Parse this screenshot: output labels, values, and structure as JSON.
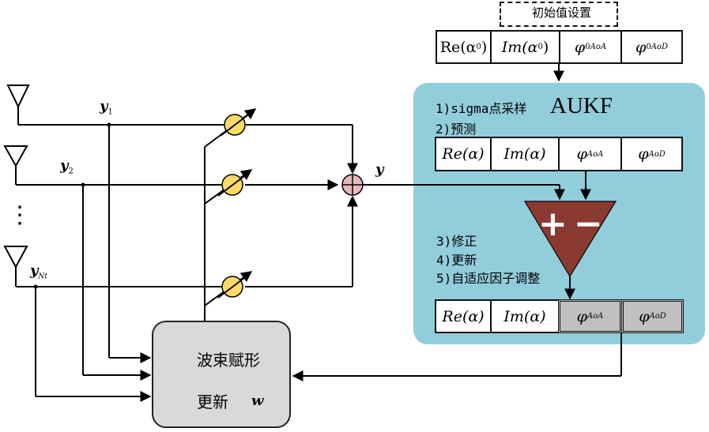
{
  "init_box": {
    "label": "初始值设置"
  },
  "init_state": {
    "cells": [
      {
        "base": "Re(α",
        "sub": "0",
        "close": ")"
      },
      {
        "base": "Im(α",
        "sub": "0",
        "close": ")"
      },
      {
        "base": "φ",
        "sub": "0",
        "sup": "AoA"
      },
      {
        "base": "φ",
        "sub": "0",
        "sup": "AoD"
      }
    ]
  },
  "aukf": {
    "title": "AUKF",
    "steps": [
      "1)sigma点采样",
      "2)预测",
      "3)修正",
      "4)更新",
      "5)自适应因子调整"
    ],
    "predicted_state": {
      "cells": [
        {
          "text": "Re(α)"
        },
        {
          "text": "Im(α)"
        },
        {
          "base": "φ",
          "sup": "AoA"
        },
        {
          "base": "φ",
          "sup": "AoD"
        }
      ]
    },
    "updated_state": {
      "cells": [
        {
          "text": "Re(α)",
          "highlighted": false
        },
        {
          "text": "Im(α)",
          "highlighted": false
        },
        {
          "base": "φ",
          "sup": "AoA",
          "highlighted": true
        },
        {
          "base": "φ",
          "sup": "AoD",
          "highlighted": true
        }
      ]
    },
    "comparator": {
      "plus": "+",
      "minus": "−",
      "color": "#8b3a31"
    },
    "panel_color": "#92cddb"
  },
  "antennas": [
    {
      "label": "y",
      "sub": "1"
    },
    {
      "label": "y",
      "sub": "2"
    },
    {
      "label": "y",
      "sub": "Nt"
    }
  ],
  "ellipsis": "⋮",
  "combiner": {
    "output_label": "y",
    "color": "#e6b8b7"
  },
  "phase_shifter_color": "#ffd966",
  "beamformer": {
    "line1": "波束赋形",
    "line2": "更新",
    "var": "w",
    "color": "#d9d9d9"
  }
}
